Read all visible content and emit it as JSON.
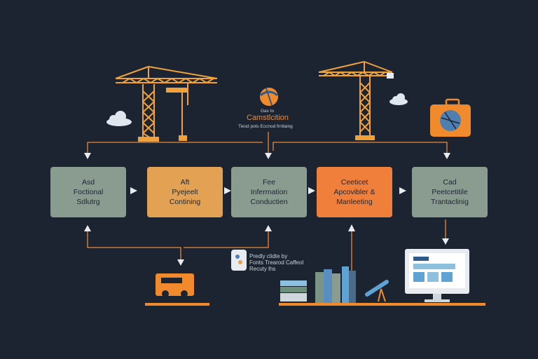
{
  "header": {
    "icon_label": "Gas to",
    "title": "Camstlcition",
    "subtitle": "Tiesd pots Eccnod frnllaing"
  },
  "flow": {
    "boxes": [
      {
        "lines": [
          "Asd",
          "Foctional",
          "Sdlutrg"
        ],
        "color": "#8a9b8f"
      },
      {
        "lines": [
          "Aft",
          "Pyejeelt",
          "Contining"
        ],
        "color": "#e2a153"
      },
      {
        "lines": [
          "Fee",
          "Infermation",
          "Conductien"
        ],
        "color": "#8a9b8f"
      },
      {
        "lines": [
          "Ceeticet",
          "Apcovibler &",
          "Manleeting"
        ],
        "color": "#f07f3c"
      },
      {
        "lines": [
          "Cad",
          "Peetcetitile",
          "Trantaclinig"
        ],
        "color": "#8a9b8f"
      }
    ]
  },
  "note": {
    "lines": [
      "Predly clidte by",
      "Fonts Trearod Caffeol",
      "Recuty lhs"
    ]
  },
  "colors": {
    "background": "#1c2432",
    "accent_orange": "#f08a2c",
    "crane": "#f0a13a",
    "line": "#e98a3a",
    "arrow": "#e8ecf0"
  },
  "icons": [
    "crane-icon",
    "cloud-icon",
    "globe-icon",
    "briefcase-icon",
    "truck-icon",
    "phone-icon",
    "books-icon",
    "telescope-icon",
    "monitor-icon"
  ]
}
